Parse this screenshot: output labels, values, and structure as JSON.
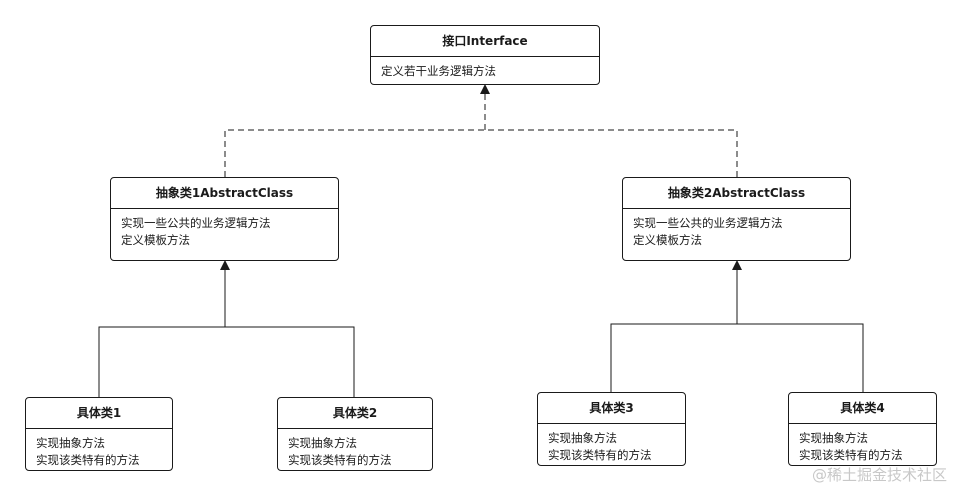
{
  "interface": {
    "title": "接口Interface",
    "lines": [
      "定义若干业务逻辑方法"
    ]
  },
  "abstract1": {
    "title": "抽象类1AbstractClass",
    "lines": [
      "实现一些公共的业务逻辑方法",
      "定义模板方法"
    ]
  },
  "abstract2": {
    "title": "抽象类2AbstractClass",
    "lines": [
      "实现一些公共的业务逻辑方法",
      "定义模板方法"
    ]
  },
  "concrete1": {
    "title": "具体类1",
    "lines": [
      "实现抽象方法",
      "实现该类特有的方法"
    ]
  },
  "concrete2": {
    "title": "具体类2",
    "lines": [
      "实现抽象方法",
      "实现该类特有的方法"
    ]
  },
  "concrete3": {
    "title": "具体类3",
    "lines": [
      "实现抽象方法",
      "实现该类特有的方法"
    ]
  },
  "concrete4": {
    "title": "具体类4",
    "lines": [
      "实现抽象方法",
      "实现该类特有的方法"
    ]
  },
  "watermark": "@稀土掘金技术社区",
  "colors": {
    "stroke": "#1a1a1a",
    "watermark": "#c8c8c8"
  }
}
